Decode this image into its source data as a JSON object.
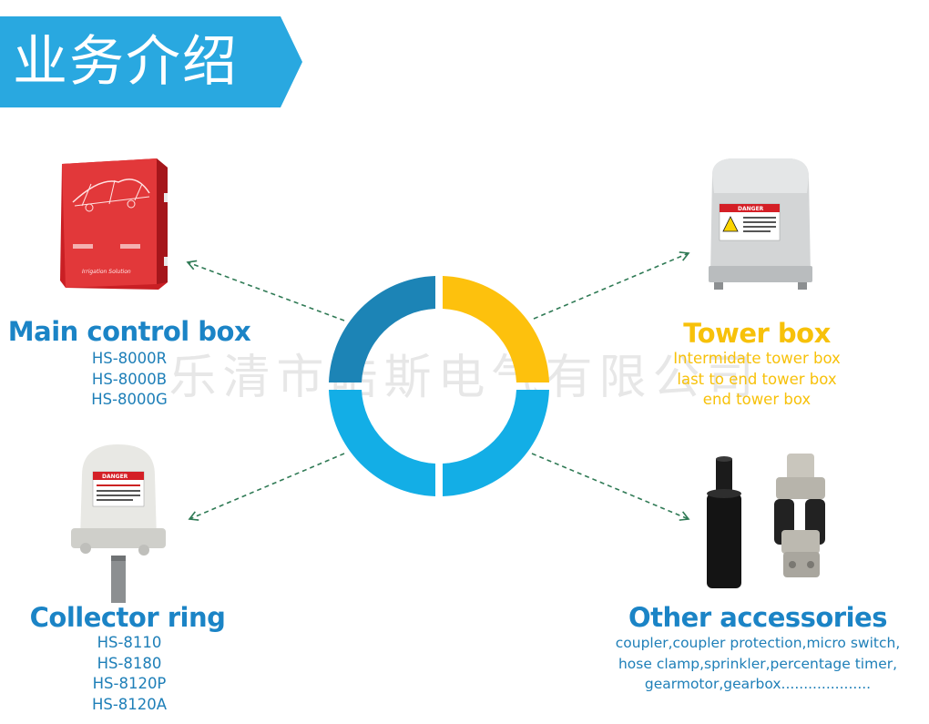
{
  "header": {
    "title": "业务介绍",
    "color": "#29a8e0"
  },
  "watermark": "乐清市皓斯电气有限公司",
  "donut_colors": {
    "blue_dark": "#1c84b6",
    "yellow": "#fdc10d",
    "blue_light": "#13aee6"
  },
  "sections": {
    "main_control": {
      "title": "Main control box",
      "lines": [
        "HS-8000R",
        "HS-8000B",
        "HS-8000G"
      ],
      "image_caption": "Irrigation Solution"
    },
    "tower_box": {
      "title": "Tower box",
      "lines": [
        "Intermidate tower box",
        "last to end tower box",
        "end tower box"
      ],
      "image_label": "DANGER"
    },
    "collector_ring": {
      "title": "Collector ring",
      "lines": [
        "HS-8110",
        "HS-8180",
        "HS-8120P",
        "HS-8120A"
      ],
      "image_label": "DANGER"
    },
    "other_accessories": {
      "title": "Other accessories",
      "lines": [
        "coupler,coupler protection,micro switch,",
        "hose clamp,sprinkler,percentage timer,",
        "gearmotor,gearbox...................."
      ]
    }
  }
}
